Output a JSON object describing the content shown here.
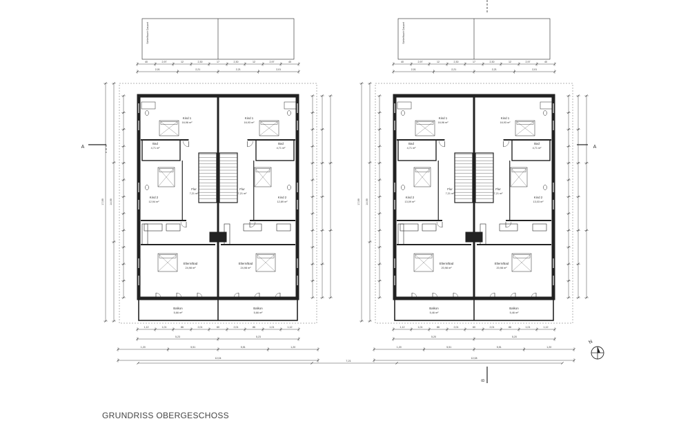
{
  "caption": "GRUNDRISS OBERGESCHOSS",
  "carport_label": "Schleifbuch Carport",
  "compass": {
    "north_label": "N"
  },
  "section_marks": {
    "a": "A",
    "b": "B"
  },
  "buildings": [
    {
      "label_side": "left",
      "rooms": [
        {
          "name": "Kind 1",
          "area": "16,96 m²",
          "unit": "left"
        },
        {
          "name": "Kind 1",
          "area": "16,93 m²",
          "unit": "right"
        },
        {
          "name": "Bad",
          "area": "4,71 m²",
          "unit": "left"
        },
        {
          "name": "Bad",
          "area": "4,71 m²",
          "unit": "right"
        },
        {
          "name": "Kind 2",
          "area": "12,94 m²",
          "unit": "left"
        },
        {
          "name": "Flur",
          "area": "7,21 m²",
          "unit": "left"
        },
        {
          "name": "Flur",
          "area": "7,21 m²",
          "unit": "right"
        },
        {
          "name": "Kind 2",
          "area": "12,89 m²",
          "unit": "right"
        },
        {
          "name": "Eltern/Bad",
          "area": "24,98 m²",
          "unit": "left"
        },
        {
          "name": "Eltern/Bad",
          "area": "24,98 m²",
          "unit": "right"
        },
        {
          "name": "Balkon",
          "area": "5,66 m²",
          "unit": "left"
        },
        {
          "name": "Balkon",
          "area": "5,66 m²",
          "unit": "right"
        }
      ],
      "dims": {
        "top1": [
          "40",
          "2,97",
          "12",
          "2,30",
          "17",
          "2,30",
          "12",
          "2,97",
          "40"
        ],
        "top2": [
          "2,01",
          "2,21",
          "2,21",
          "2,01"
        ],
        "bot1": [
          "1,12",
          "1,01",
          "86",
          "2,01",
          "60",
          "2,01",
          "86",
          "1,01",
          "1,12"
        ],
        "bot2": [
          "5,23",
          "5,23"
        ],
        "bot3": [
          "1,20",
          "5,51",
          "5,51",
          "1,20"
        ],
        "bot4": [
          "12,04"
        ],
        "left_total": "17,99",
        "left_inner": "14,99"
      }
    },
    {
      "label_side": "right",
      "rooms": [
        {
          "name": "Kind 1",
          "area": "16,96 m²",
          "unit": "left"
        },
        {
          "name": "Kind 1",
          "area": "16,93 m²",
          "unit": "right"
        },
        {
          "name": "Bad",
          "area": "4,71 m²",
          "unit": "left"
        },
        {
          "name": "Bad",
          "area": "4,71 m²",
          "unit": "right"
        },
        {
          "name": "Kind 2",
          "area": "13,09 m²",
          "unit": "left"
        },
        {
          "name": "Flur",
          "area": "7,21 m²",
          "unit": "left"
        },
        {
          "name": "Flur",
          "area": "7,21 m²",
          "unit": "right"
        },
        {
          "name": "Kind 2",
          "area": "13,03 m²",
          "unit": "right"
        },
        {
          "name": "Eltern/Bad",
          "area": "20,98 m²",
          "unit": "left"
        },
        {
          "name": "Eltern/Bad",
          "area": "20,98 m²",
          "unit": "right"
        },
        {
          "name": "Balkon",
          "area": "5,46 m²",
          "unit": "left"
        },
        {
          "name": "Balkon",
          "area": "5,46 m²",
          "unit": "right"
        }
      ],
      "dims": {
        "top1": [
          "40",
          "2,97",
          "12",
          "2,30",
          "17",
          "2,30",
          "12",
          "2,97",
          "40"
        ],
        "top2": [
          "2,01",
          "2,21",
          "2,21",
          "2,01"
        ],
        "bot1": [
          "1,12",
          "1,01",
          "86",
          "2,01",
          "60",
          "2,01",
          "86",
          "1,01",
          "1,12"
        ],
        "bot2": [
          "5,20",
          "5,20"
        ],
        "bot3": [
          "1,20",
          "5,51",
          "5,51",
          "1,20"
        ],
        "bot4": [
          "12,08"
        ],
        "left_total": "17,99",
        "left_inner": "14,99"
      }
    }
  ],
  "between_dim": "7,21"
}
